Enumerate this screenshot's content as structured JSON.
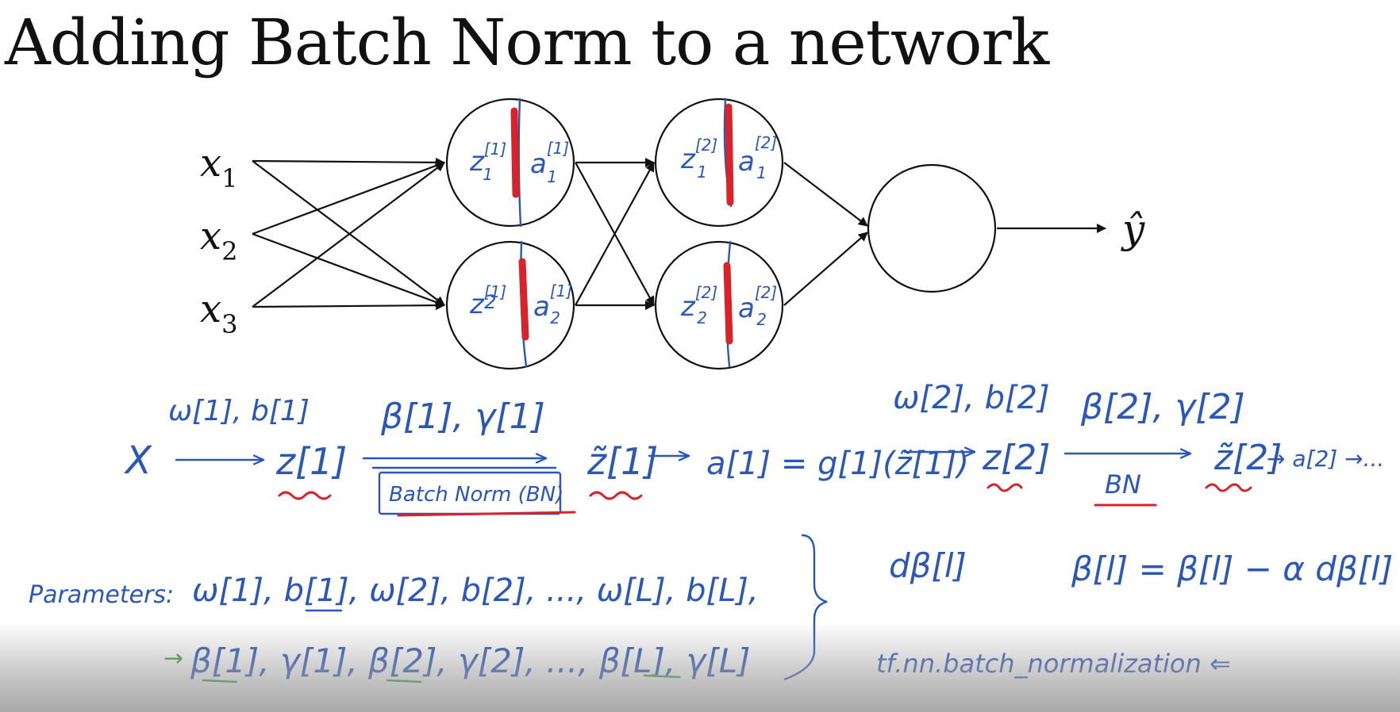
{
  "slide": {
    "title": "Adding Batch Norm to a network"
  },
  "network": {
    "inputs": [
      "x",
      "x",
      "x"
    ],
    "input_subscripts": [
      "1",
      "2",
      "3"
    ],
    "output_label": "ŷ",
    "layer1_nodes": [
      {
        "z": "z",
        "z_sup": "[1]",
        "z_sub": "1",
        "a": "a",
        "a_sup": "[1]",
        "a_sub": "1"
      },
      {
        "z": "z",
        "z_sup": "[1]",
        "z_sub": "2",
        "a": "a",
        "a_sup": "[1]",
        "a_sub": "2"
      }
    ],
    "layer2_nodes": [
      {
        "z": "z",
        "z_sup": "[2]",
        "z_sub": "1",
        "a": "a",
        "a_sup": "[2]",
        "a_sub": "1"
      },
      {
        "z": "z",
        "z_sup": "[2]",
        "z_sub": "2",
        "a": "a",
        "a_sup": "[2]",
        "a_sub": "2"
      }
    ]
  },
  "pipeline": {
    "x": "X",
    "w1b1": "ω[1], b[1]",
    "z1": "z[1]",
    "beta1gamma1": "β[1], γ[1]",
    "batch_norm": "Batch Norm (BN)",
    "z1_tilde": "z̃[1]",
    "a1": "a[1] = g[1](z̃[1])",
    "w2b2": "ω[2], b[2]",
    "z2": "z[2]",
    "beta2gamma2": "β[2], γ[2]",
    "bn": "BN",
    "z2_tilde": "z̃[2]",
    "a2": "→ a[2] →..."
  },
  "parameters": {
    "label": "Parameters:",
    "row1": "ω[1], b[1], ω[2], b[2], ..., ω[L], b[L],",
    "row2": "β[1], γ[1], β[2], γ[2], ..., β[L], γ[L]",
    "d_beta": "dβ[l]",
    "update": "β[l] = β[l] − α dβ[l]",
    "tf": "tf.nn.batch_normalization ⇐"
  },
  "colors": {
    "ink": "#111111",
    "blue_ink": "#2a57b8",
    "red_ink": "#d8232a",
    "green_ink": "#37a33c"
  }
}
